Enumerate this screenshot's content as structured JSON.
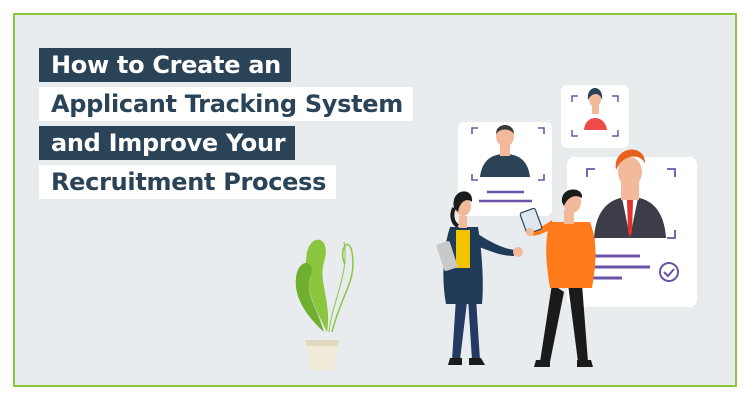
{
  "banner": {
    "title_lines": [
      "How to Create an",
      "Applicant Tracking System",
      "and Improve Your",
      "Recruitment Process"
    ]
  },
  "colors": {
    "border": "#8cc63f",
    "background": "#e9ecef",
    "title_dark": "#2a4357",
    "accent_purple": "#6b53a8",
    "orange": "#ff7a1a",
    "navy": "#1f3b58",
    "plant_green": "#8cc63f"
  },
  "illustration": {
    "elements": [
      "candidate-card-left",
      "candidate-card-top",
      "candidate-card-main",
      "checkmark-icon",
      "recruiter-woman",
      "recruiter-man",
      "potted-plant"
    ]
  }
}
